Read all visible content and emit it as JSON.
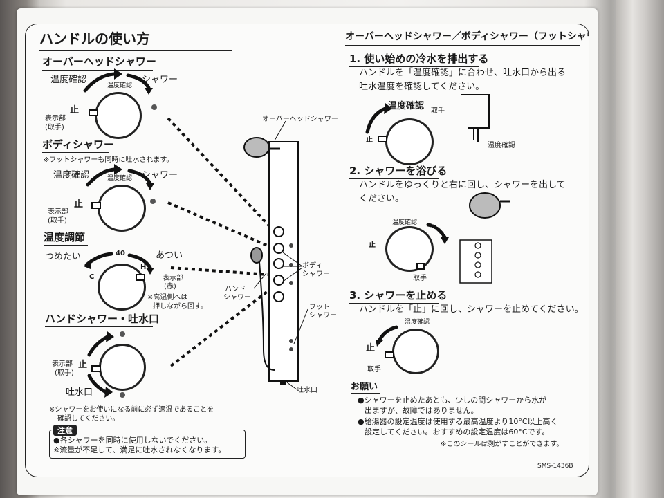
{
  "left": {
    "title": "ハンドルの使い方",
    "overhead": {
      "heading": "オーバーヘッドシャワー",
      "temp_check": "温度確認",
      "shower": "シャワー",
      "stop": "止",
      "display": "表示部",
      "handle": "(取手)",
      "dial_mark": "温度確認"
    },
    "body": {
      "heading": "ボディシャワー",
      "note": "※フットシャワーも同時に吐水されます。",
      "temp_check": "温度確認",
      "shower": "シャワー",
      "stop": "止",
      "display": "表示部",
      "handle": "(取手)",
      "dial_mark": "温度確認"
    },
    "temp": {
      "heading": "温度調節",
      "cold": "つめたい",
      "hot": "あつい",
      "forty": "40",
      "c": "C",
      "h": "H",
      "display": "表示部",
      "red": "(赤)",
      "note1": "※高温側へは",
      "note2": "押しながら回す。"
    },
    "hand": {
      "heading": "ハンドシャワー・吐水口",
      "display": "表示部",
      "handle": "(取手)",
      "stop": "止",
      "spout": "吐水口"
    },
    "warn1": "※シャワーをお使いになる前に必ず適温であることを",
    "warn2": "確認してください。",
    "caution_tag": "注意",
    "caution1": "●各シャワーを同時に使用しないでください。",
    "caution2": "※流量が不足して、満足に吐水されなくなります。"
  },
  "center": {
    "overhead": "オーバーヘッドシャワー",
    "body": "ボディ",
    "body2": "シャワー",
    "hand": "ハンド",
    "hand2": "シャワー",
    "foot": "フット",
    "foot2": "シャワー",
    "spout": "吐水口"
  },
  "right": {
    "title": "オーバーヘッドシャワー／ボディシャワー（フットシャワー）使い方手順",
    "step1": {
      "heading": "1. 使い始めの冷水を排出する",
      "line1": "ハンドルを「温度確認」に合わせ、吐水口から出る",
      "line2": "吐水温度を確認してください。",
      "temp_check": "温度確認",
      "handle": "取手",
      "stop": "止",
      "check2": "温度確認"
    },
    "step2": {
      "heading": "2. シャワーを浴びる",
      "line1": "ハンドルをゆっくりと右に回し、シャワーを出して",
      "line2": "ください。",
      "stop": "止",
      "handle": "取手",
      "dial_mark": "温度確認"
    },
    "step3": {
      "heading": "3. シャワーを止める",
      "line1": "ハンドルを「止」に回し、シャワーを止めてください。",
      "stop": "止",
      "handle": "取手",
      "dial_mark": "温度確認"
    },
    "request": {
      "heading": "お願い",
      "b1a": "●シャワーを止めたあとも、少しの間シャワーから水が",
      "b1b": "出ますが、故障ではありません。",
      "b2a": "●給湯器の設定温度は使用する最高温度より10°C以上高く",
      "b2b": "設定してください。おすすめの設定温度は60°Cです。",
      "peel": "※このシールは剥がすことができます。"
    }
  },
  "code": "SMS-1436B"
}
